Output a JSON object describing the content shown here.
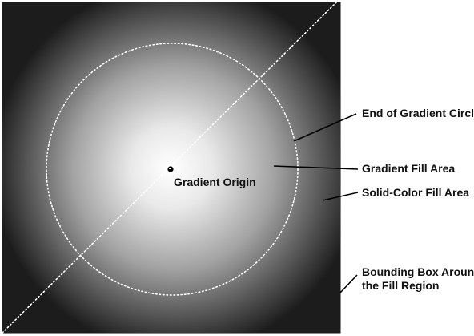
{
  "colors": {
    "fill_center": "#ffffff",
    "fill_edge": "#1c1c1c",
    "box_border": "#111111",
    "guide_dots": "#ffffff",
    "leader": "#000000",
    "label": "#111111"
  },
  "labels": {
    "end_circle": "End of Gradient Circle",
    "fill_area": "Gradient Fill Area",
    "solid_area": "Solid-Color Fill Area",
    "bounding_box_line1": "Bounding Box Around",
    "bounding_box_line2": "the Fill Region",
    "origin": "Gradient Origin"
  }
}
